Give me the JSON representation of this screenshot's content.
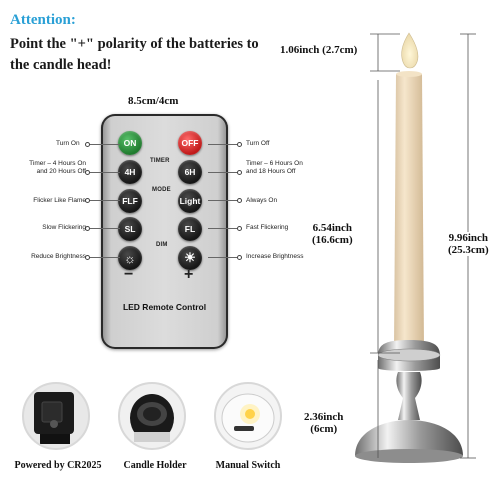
{
  "header": {
    "attention": "Attention:",
    "notice": "Point the \"+\" polarity of the batteries to the candle head!"
  },
  "remote": {
    "size": "8.5cm/4cm",
    "brand": "LED Remote Control",
    "sections": {
      "timer": "TIMER",
      "mode": "MODE",
      "dim": "DIM"
    },
    "buttons": {
      "on": "ON",
      "off": "OFF",
      "h4": "4H",
      "h6": "6H",
      "flf": "FLF",
      "light": "Light",
      "sl": "SL",
      "fl": "FL",
      "minus": "−",
      "plus": "+"
    }
  },
  "annotations": {
    "left": {
      "turn_on": "Turn On",
      "timer4_l1": "Timer – 4 Hours On",
      "timer4_l2": "and 20 Hours Off",
      "flicker_flame": "Flicker Like Flame",
      "slow": "Slow Flickering",
      "reduce": "Reduce Brightness"
    },
    "right": {
      "turn_off": "Turn Off",
      "timer6_l1": "Timer – 6 Hours On",
      "timer6_l2": "and 18 Hours Off",
      "always_on": "Always On",
      "fast": "Fast Flickering",
      "increase": "Increase Brightness"
    }
  },
  "candle": {
    "flame_dim": "1.06inch (2.7cm)",
    "body_dim_l1": "6.54inch",
    "body_dim_l2": "(16.6cm)",
    "total_dim_l1": "9.96inch",
    "total_dim_l2": "(25.3cm)",
    "base_dim_l1": "2.36inch",
    "base_dim_l2": "(6cm)"
  },
  "thumbnails": {
    "battery": "Powered by CR2025",
    "holder": "Candle Holder",
    "switch": "Manual Switch"
  },
  "colors": {
    "accent": "#2aa0d6",
    "on_button": "#2e9a3e",
    "off_button": "#e02424",
    "candle": "#efdcc0"
  }
}
